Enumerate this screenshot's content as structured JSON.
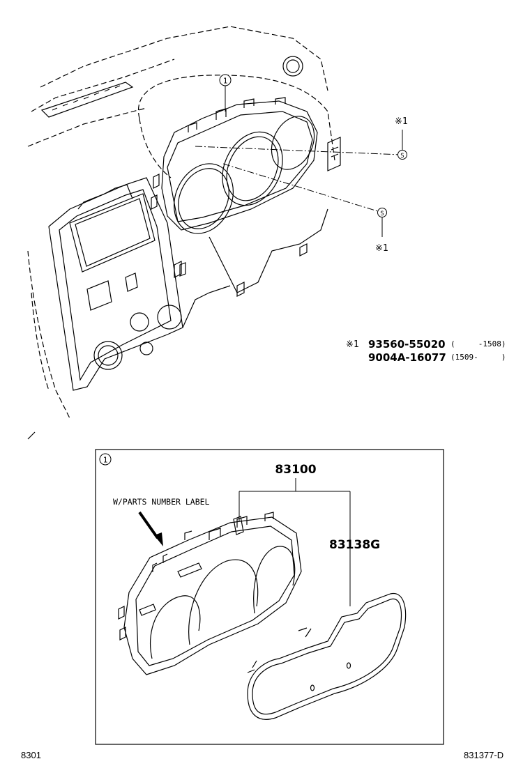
{
  "callouts": {
    "circle1_top": "1",
    "circle1_box": "1",
    "screw_mark": "S"
  },
  "screw_refs": [
    {
      "mark": "※1"
    },
    {
      "mark": "※1"
    }
  ],
  "legend": {
    "mark": "※1",
    "rows": [
      {
        "part": "93560-55020",
        "range": "(     -1508)"
      },
      {
        "part": "9004A-16077",
        "range": "(1509-     )"
      }
    ]
  },
  "detail_box": {
    "assembly_part": "83100",
    "lens_part": "83138G",
    "note": "W/PARTS NUMBER LABEL"
  },
  "footer": {
    "left": "8301",
    "right": "831377-D"
  }
}
